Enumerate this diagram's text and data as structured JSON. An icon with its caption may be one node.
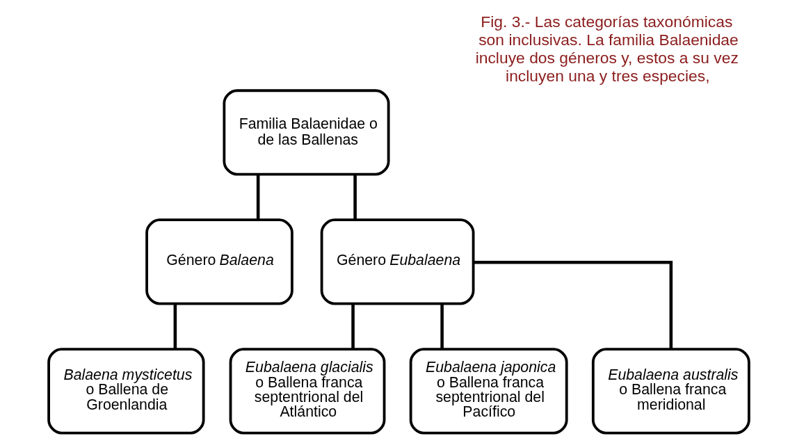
{
  "diagram": {
    "caption": "Fig. 3.- Las categorías taxonómicas son inclusivas. La familia Balaenidae incluye dos géneros y, estos a su vez incluyen una y tres especies,",
    "nodes": [
      {
        "text": [
          "Familia Balaenidae o de las Ballenas"
        ]
      },
      {
        "text": [
          "Género *Balaena*"
        ]
      },
      {
        "text": [
          "Género *Eubalaena*"
        ]
      },
      {
        "text": [
          "*Balaena mysticetus* o Ballena de Groenlandia"
        ]
      },
      {
        "text": [
          "*Eubalaena glacialis* o Ballena franca septentrional del Atlántico"
        ]
      },
      {
        "text": [
          "*Eubalaena japonica* o Ballena franca septentrional del Pacífico"
        ]
      },
      {
        "text": [
          "*Eubalaena australis* o Ballena franca meridional"
        ]
      }
    ],
    "edges": [
      {
        "from": 0,
        "to": 1,
        "arrow": "none"
      },
      {
        "from": 0,
        "to": 2,
        "arrow": "none"
      },
      {
        "from": 1,
        "to": 3,
        "arrow": "none"
      },
      {
        "from": 2,
        "to": 4,
        "arrow": "none"
      },
      {
        "from": 2,
        "to": 5,
        "arrow": "none"
      },
      {
        "from": 2,
        "to": 6,
        "arrow": "none"
      }
    ]
  }
}
